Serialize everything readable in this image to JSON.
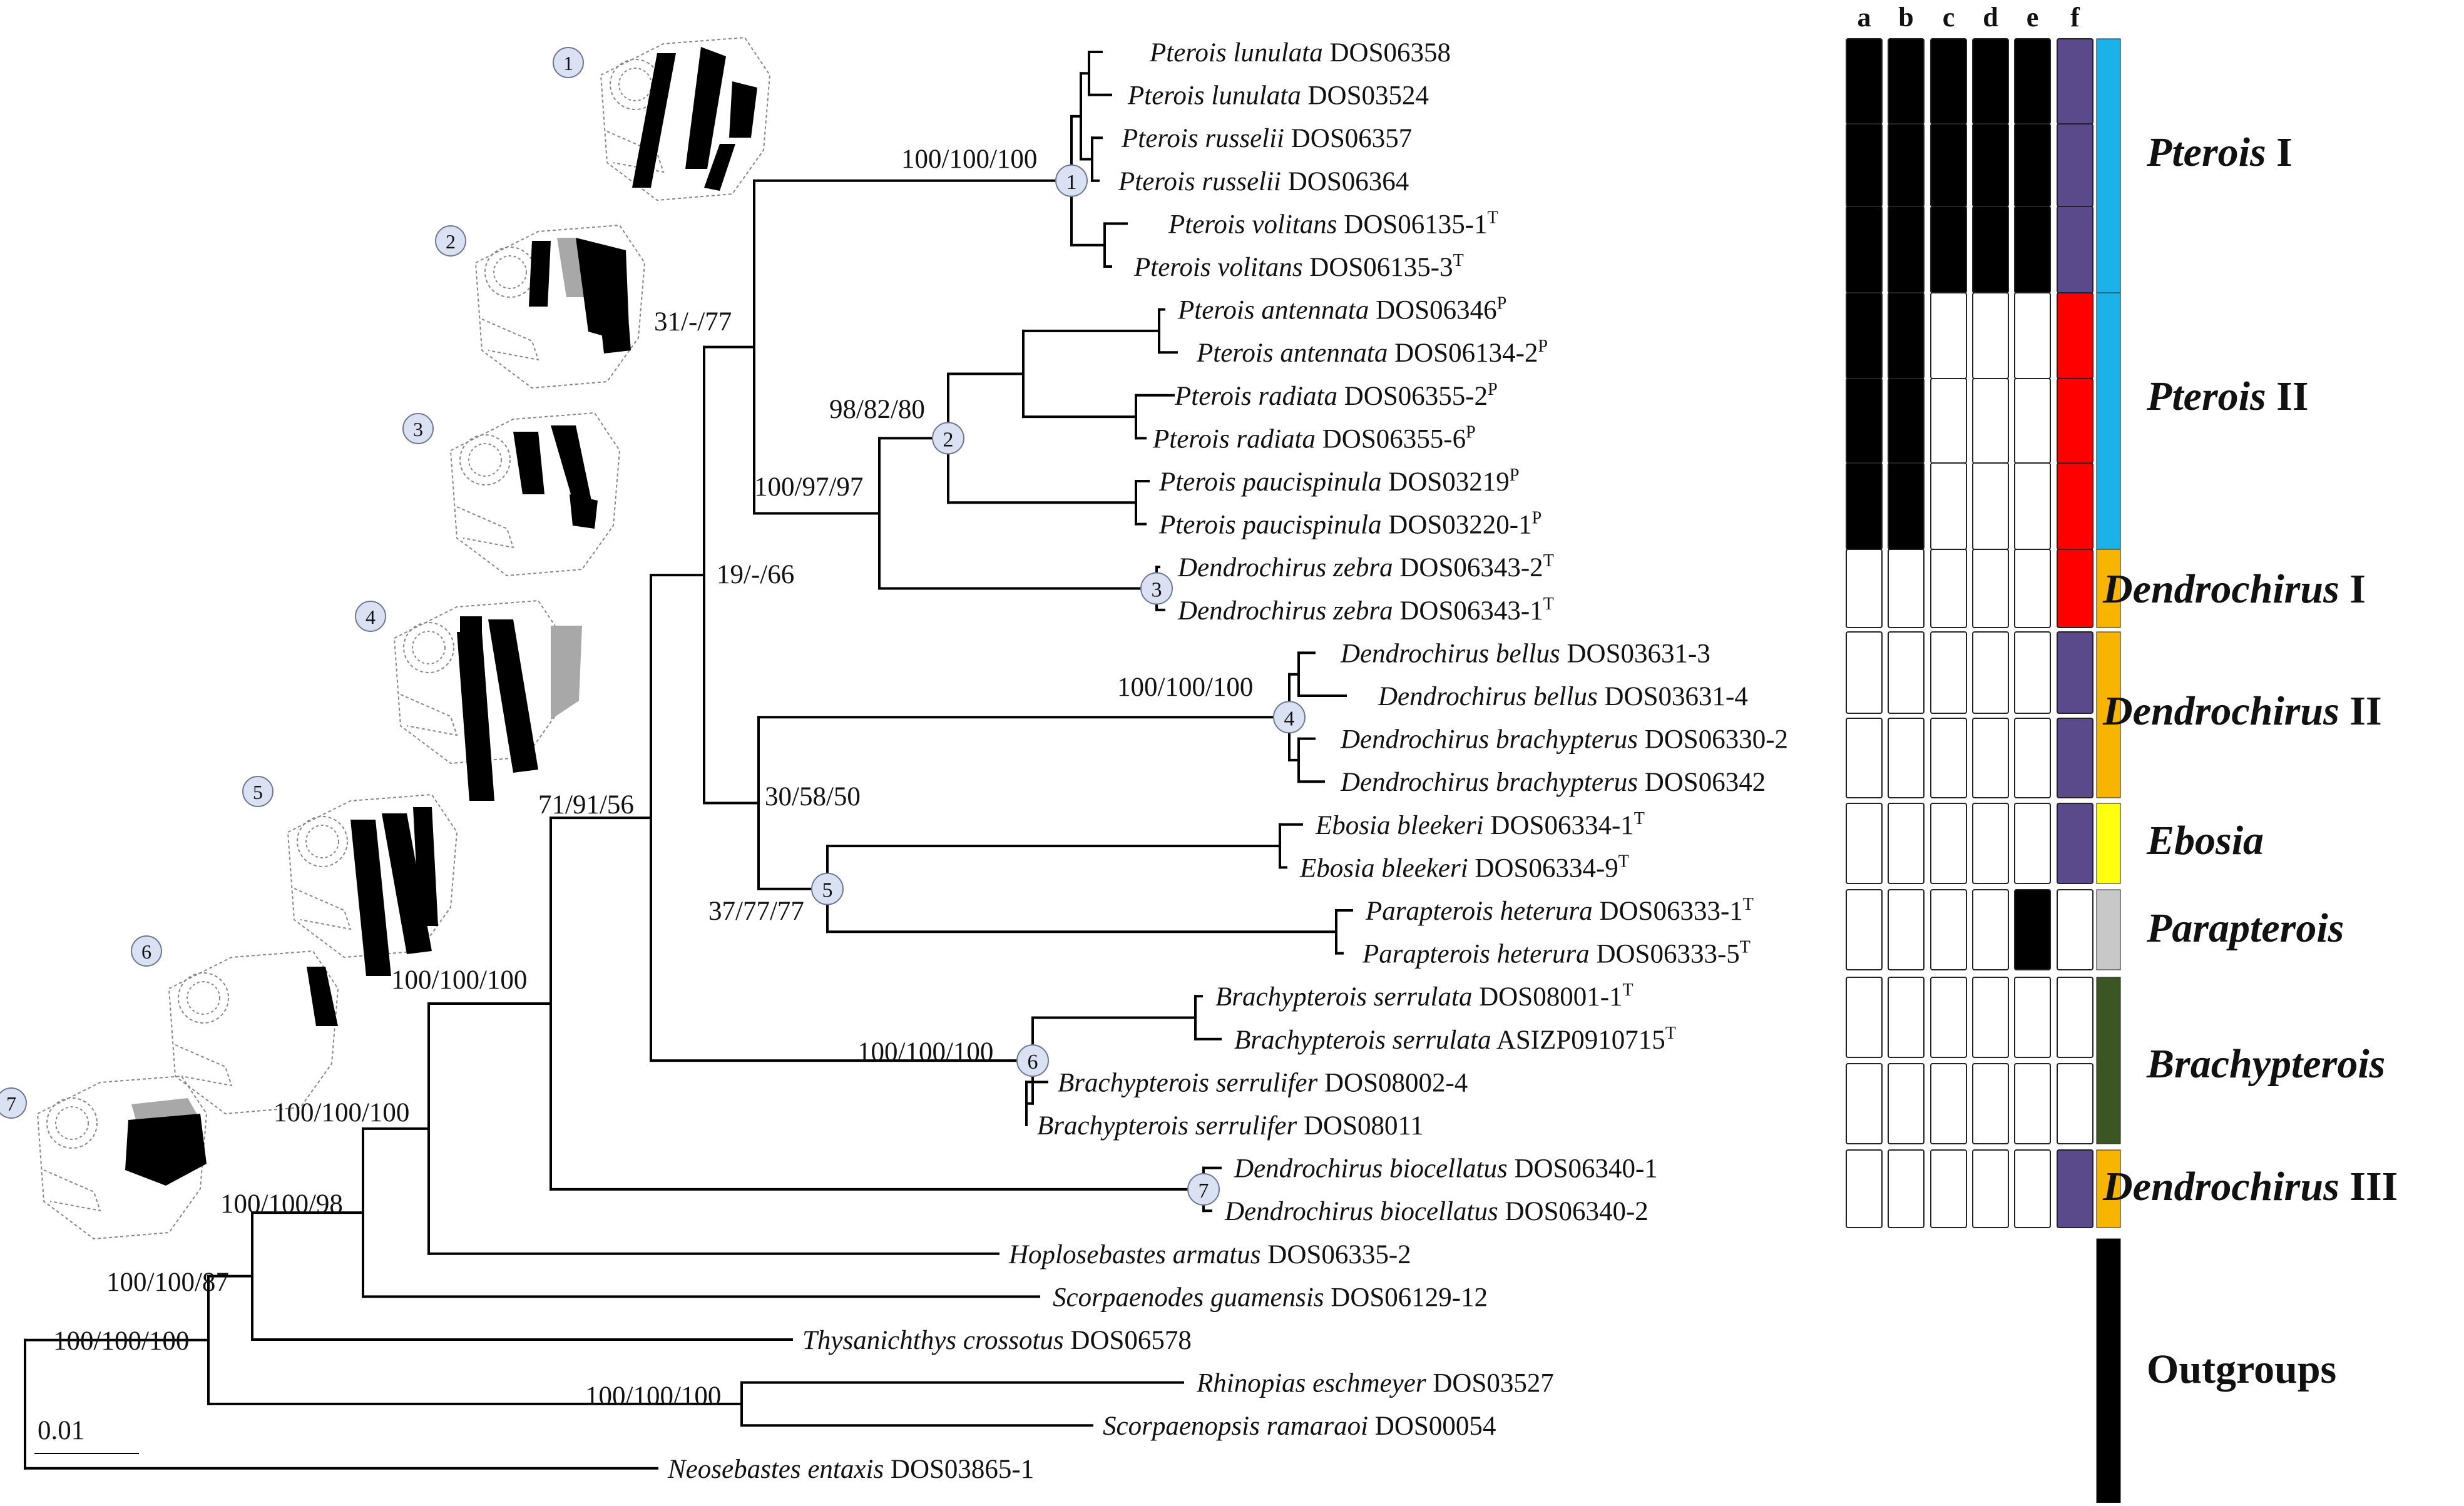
{
  "taxa": [
    {
      "genus": "Pterois",
      "epithet": "lunulata",
      "voucher": "DOS06358",
      "sup": ""
    },
    {
      "genus": "Pterois",
      "epithet": "lunulata",
      "voucher": "DOS03524",
      "sup": ""
    },
    {
      "genus": "Pterois",
      "epithet": "russelii",
      "voucher": "DOS06357",
      "sup": ""
    },
    {
      "genus": "Pterois",
      "epithet": "russelii",
      "voucher": "DOS06364",
      "sup": ""
    },
    {
      "genus": "Pterois",
      "epithet": "volitans",
      "voucher": "DOS06135-1",
      "sup": "T"
    },
    {
      "genus": "Pterois",
      "epithet": "volitans",
      "voucher": "DOS06135-3",
      "sup": "T"
    },
    {
      "genus": "Pterois",
      "epithet": "antennata",
      "voucher": "DOS06346",
      "sup": "P"
    },
    {
      "genus": "Pterois",
      "epithet": "antennata",
      "voucher": "DOS06134-2",
      "sup": "P"
    },
    {
      "genus": "Pterois",
      "epithet": "radiata",
      "voucher": "DOS06355-2",
      "sup": "P"
    },
    {
      "genus": "Pterois",
      "epithet": "radiata",
      "voucher": "DOS06355-6",
      "sup": "P"
    },
    {
      "genus": "Pterois",
      "epithet": "paucispinula",
      "voucher": "DOS03219",
      "sup": "P"
    },
    {
      "genus": "Pterois",
      "epithet": "paucispinula",
      "voucher": "DOS03220-1",
      "sup": "P"
    },
    {
      "genus": "Dendrochirus",
      "epithet": "zebra",
      "voucher": "DOS06343-2",
      "sup": "T"
    },
    {
      "genus": "Dendrochirus",
      "epithet": "zebra",
      "voucher": "DOS06343-1",
      "sup": "T"
    },
    {
      "genus": "Dendrochirus",
      "epithet": "bellus",
      "voucher": "DOS03631-3",
      "sup": ""
    },
    {
      "genus": "Dendrochirus",
      "epithet": "bellus",
      "voucher": "DOS03631-4",
      "sup": ""
    },
    {
      "genus": "Dendrochirus",
      "epithet": "brachypterus",
      "voucher": "DOS06330-2",
      "sup": ""
    },
    {
      "genus": "Dendrochirus",
      "epithet": "brachypterus",
      "voucher": "DOS06342",
      "sup": ""
    },
    {
      "genus": "Ebosia",
      "epithet": "bleekeri",
      "voucher": "DOS06334-1",
      "sup": "T"
    },
    {
      "genus": "Ebosia",
      "epithet": "bleekeri",
      "voucher": "DOS06334-9",
      "sup": "T"
    },
    {
      "genus": "Parapterois",
      "epithet": "heterura",
      "voucher": "DOS06333-1",
      "sup": "T"
    },
    {
      "genus": "Parapterois",
      "epithet": "heterura",
      "voucher": "DOS06333-5",
      "sup": "T"
    },
    {
      "genus": "Brachypterois",
      "epithet": "serrulata",
      "voucher": "DOS08001-1",
      "sup": "T"
    },
    {
      "genus": "Brachypterois",
      "epithet": "serrulata",
      "voucher": "ASIZP0910715",
      "sup": "T"
    },
    {
      "genus": "Brachypterois",
      "epithet": "serrulifer",
      "voucher": "DOS08002-4",
      "sup": ""
    },
    {
      "genus": "Brachypterois",
      "epithet": "serrulifer",
      "voucher": "DOS08011",
      "sup": ""
    },
    {
      "genus": "Dendrochirus",
      "epithet": "biocellatus",
      "voucher": "DOS06340-1",
      "sup": ""
    },
    {
      "genus": "Dendrochirus",
      "epithet": "biocellatus",
      "voucher": "DOS06340-2",
      "sup": ""
    },
    {
      "genus": "Hoplosebastes",
      "epithet": "armatus",
      "voucher": "DOS06335-2",
      "sup": ""
    },
    {
      "genus": "Scorpaenodes",
      "epithet": "guamensis",
      "voucher": "DOS06129-12",
      "sup": ""
    },
    {
      "genus": "Thysanichthys",
      "epithet": "crossotus",
      "voucher": "DOS06578",
      "sup": ""
    },
    {
      "genus": "Rhinopias",
      "epithet": "eschmeyer",
      "voucher": "DOS03527",
      "sup": ""
    },
    {
      "genus": "Scorpaenopsis",
      "epithet": "ramaraoi",
      "voucher": "DOS00054",
      "sup": ""
    },
    {
      "genus": "Neosebastes",
      "epithet": "entaxis",
      "voucher": "DOS03865-1",
      "sup": ""
    }
  ],
  "support_values": [
    "100/100/100",
    "31/-/77",
    "98/82/80",
    "100/97/97",
    "19/-/66",
    "100/100/100",
    "30/58/50",
    "37/77/77",
    "100/100/100",
    "71/91/56",
    "100/100/100",
    "100/100/100",
    "100/100/98",
    "100/100/87",
    "100/100/100",
    "100/100/100"
  ],
  "node_labels": [
    "1",
    "2",
    "3",
    "4",
    "5",
    "6",
    "7"
  ],
  "scale_bar": "0.01",
  "character_columns": [
    "a",
    "b",
    "c",
    "d",
    "e",
    "f"
  ],
  "character_groups": [
    {
      "cells": [
        "black",
        "black",
        "black",
        "black",
        "black",
        "purple"
      ]
    },
    {
      "cells": [
        "black",
        "black",
        "black",
        "black",
        "black",
        "purple"
      ]
    },
    {
      "cells": [
        "black",
        "black",
        "black",
        "black",
        "black",
        "purple"
      ]
    },
    {
      "cells": [
        "black",
        "black",
        "white",
        "white",
        "white",
        "red"
      ]
    },
    {
      "cells": [
        "black",
        "black",
        "white",
        "white",
        "white",
        "red"
      ]
    },
    {
      "cells": [
        "black",
        "black",
        "white",
        "white",
        "white",
        "red"
      ]
    },
    {
      "cells": [
        "white",
        "white",
        "white",
        "white",
        "white",
        "red"
      ]
    },
    {
      "cells": [
        "white",
        "white",
        "white",
        "white",
        "white",
        "purple"
      ]
    },
    {
      "cells": [
        "white",
        "white",
        "white",
        "white",
        "white",
        "purple"
      ]
    },
    {
      "cells": [
        "white",
        "white",
        "white",
        "white",
        "white",
        "purple"
      ]
    },
    {
      "cells": [
        "white",
        "white",
        "white",
        "white",
        "black",
        "white"
      ]
    },
    {
      "cells": [
        "white",
        "white",
        "white",
        "white",
        "white",
        "white"
      ]
    },
    {
      "cells": [
        "white",
        "white",
        "white",
        "white",
        "white",
        "white"
      ]
    },
    {
      "cells": [
        "white",
        "white",
        "white",
        "white",
        "white",
        "purple"
      ]
    }
  ],
  "clades": [
    {
      "genus": "Pterois",
      "suffix": " I",
      "color": "#1ab2e8"
    },
    {
      "genus": "Pterois",
      "suffix": " II",
      "color": "#1ab2e8"
    },
    {
      "genus": "Dendrochirus",
      "suffix": " I",
      "color": "#f8b500"
    },
    {
      "genus": "Dendrochirus",
      "suffix": " II",
      "color": "#f8b500"
    },
    {
      "genus": "Ebosia",
      "suffix": "",
      "color": "#ffff10"
    },
    {
      "genus": "Parapterois",
      "suffix": "",
      "color": "#c8c8c8"
    },
    {
      "genus": "Brachypterois",
      "suffix": "",
      "color": "#3b5523"
    },
    {
      "genus": "Dendrochirus",
      "suffix": " III",
      "color": "#f8b500"
    },
    {
      "genus": "",
      "suffix": "Outgroups",
      "color": "#000000"
    }
  ],
  "colors": {
    "black": "#000000",
    "white": "#ffffff",
    "purple": "#5b4a8b",
    "red": "#ff0000",
    "node_fill": "#d9e1f2",
    "grey_band": "#a8a8a8"
  },
  "icons": [
    "fish-head-icon-1",
    "fish-head-icon-2",
    "fish-head-icon-3",
    "fish-head-icon-4",
    "fish-head-icon-5",
    "fish-head-icon-6",
    "fish-head-icon-7"
  ]
}
